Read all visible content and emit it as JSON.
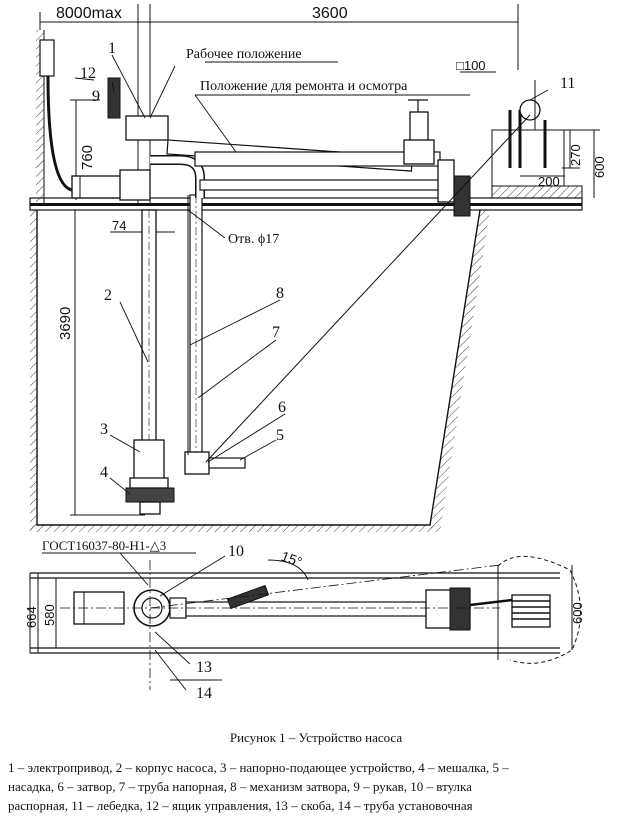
{
  "dimensions": {
    "top_left": "8000max",
    "top_right": "3600",
    "vertical_760": "760",
    "vertical_3690": "3690",
    "dim_74": "74",
    "square_100": "□100",
    "dim_270": "270",
    "dim_600_top": "600",
    "dim_200": "200",
    "dim_664": "664",
    "dim_580": "580",
    "dim_600_bottom": "600",
    "angle_15": "15°"
  },
  "labels": {
    "working_position": "Рабочее положение",
    "repair_position": "Положение для ремонта и осмотра",
    "hole": "Отв. ϕ17",
    "gost": "ГОСТ16037-80-Н1-△3"
  },
  "numbers": [
    "1",
    "2",
    "3",
    "4",
    "5",
    "6",
    "7",
    "8",
    "9",
    "10",
    "11",
    "12",
    "13",
    "14"
  ],
  "caption": "Рисунок 1 – Устройство насоса",
  "legend": [
    "1 – электропривод, 2 – корпус насоса, 3 – напорно-подающее устройство, 4 – мешалка, 5 –",
    "насадка, 6 – затвор, 7 – труба напорная, 8 – механизм затвора, 9 – рукав, 10 – втулка",
    "распорная, 11 – лебедка, 12 – ящик управления, 13 – скоба, 14 – труба установочная"
  ]
}
